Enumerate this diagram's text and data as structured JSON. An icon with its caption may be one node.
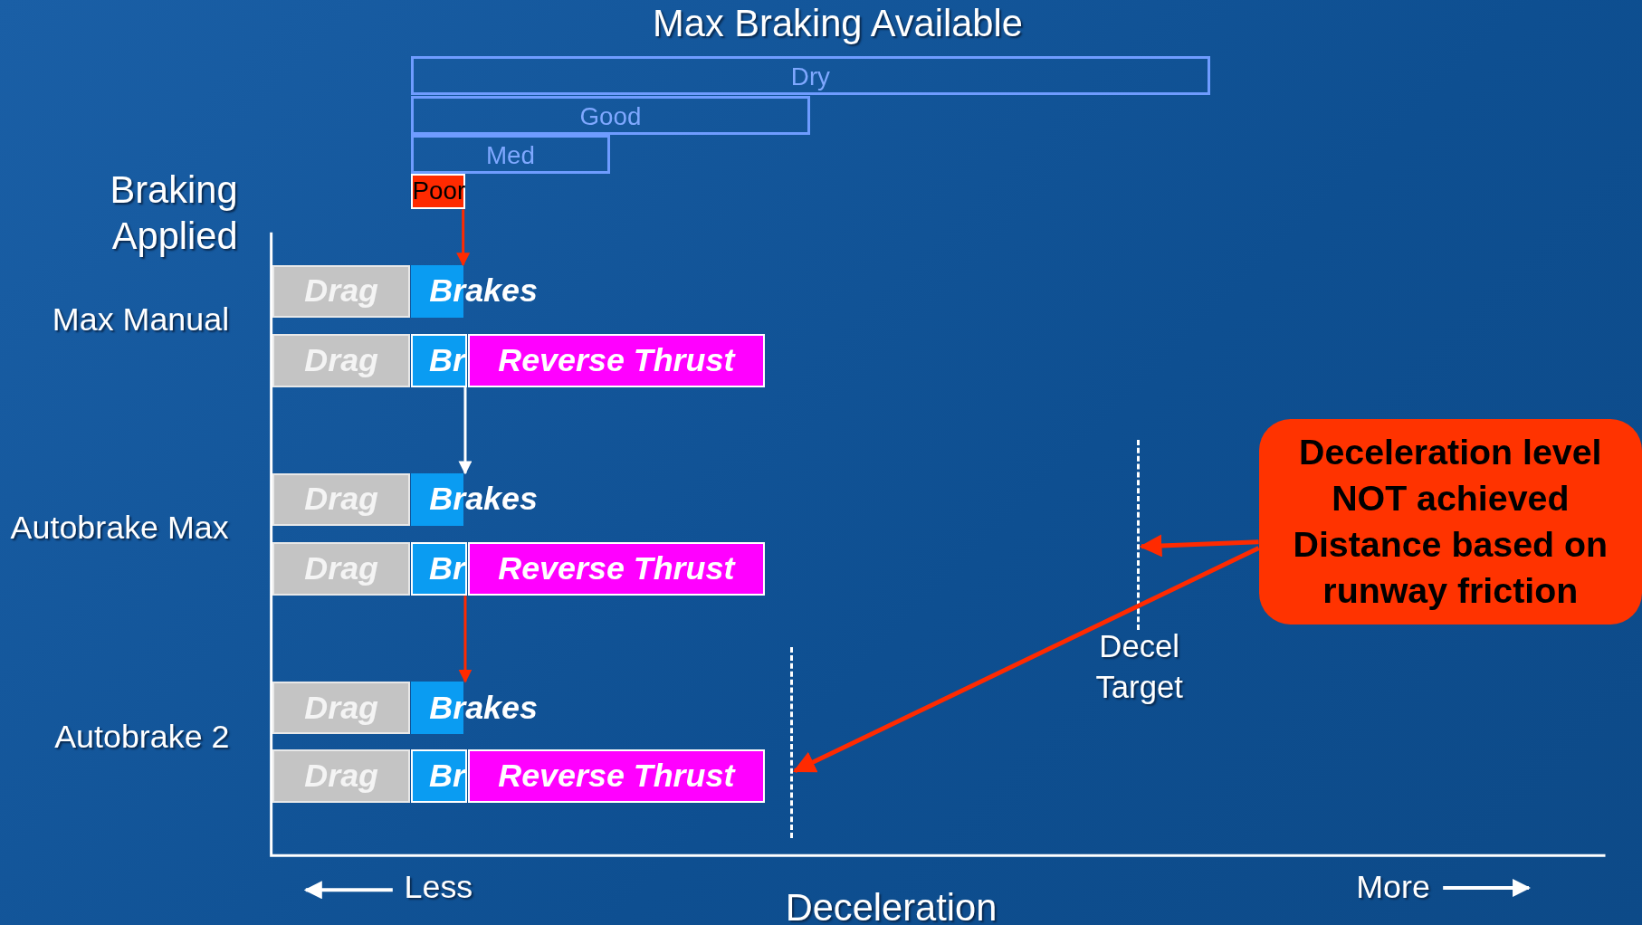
{
  "diagram": {
    "title": "Max Braking Available",
    "nodes": [
      {
        "text": [
          "Dry"
        ]
      },
      {
        "text": [
          "Good"
        ]
      },
      {
        "text": [
          "Med"
        ]
      },
      {
        "text": [
          "Poor"
        ]
      },
      {
        "text": [
          "Drag"
        ]
      },
      {
        "text": [
          "Brakes"
        ]
      },
      {
        "text": [
          "Drag"
        ]
      },
      {
        "text": [
          "Br"
        ]
      },
      {
        "text": [
          "Reverse Thrust"
        ]
      },
      {
        "text": [
          "Drag"
        ]
      },
      {
        "text": [
          "Brakes"
        ]
      },
      {
        "text": [
          "Drag"
        ]
      },
      {
        "text": [
          "Br"
        ]
      },
      {
        "text": [
          "Reverse Thrust"
        ]
      },
      {
        "text": [
          "Drag"
        ]
      },
      {
        "text": [
          "Brakes"
        ]
      },
      {
        "text": [
          "Drag"
        ]
      },
      {
        "text": [
          "Br"
        ]
      },
      {
        "text": [
          "Reverse Thrust"
        ]
      },
      {
        "text": [],
        "shape": "line"
      },
      {
        "text": [],
        "shape": "line",
        "beside": [
          "Decel Target"
        ]
      },
      {
        "text": [
          "Deceleration level NOT achieved",
          "Distance based on runway friction"
        ]
      }
    ],
    "edges": [
      {
        "from": 3,
        "to": 5,
        "arrow": "to"
      },
      {
        "from": 7,
        "to": 10,
        "arrow": "to",
        "color": "#ffffff"
      },
      {
        "from": 12,
        "to": 15,
        "arrow": "to"
      },
      {
        "from": 21,
        "to": 20,
        "arrow": "to"
      },
      {
        "from": 21,
        "to": 19,
        "arrow": "to"
      }
    ],
    "labels": [
      "Braking Applied",
      "Max Manual",
      "Autobrake Max",
      "Autobrake 2",
      "Less",
      "Deceleration",
      "More"
    ]
  }
}
